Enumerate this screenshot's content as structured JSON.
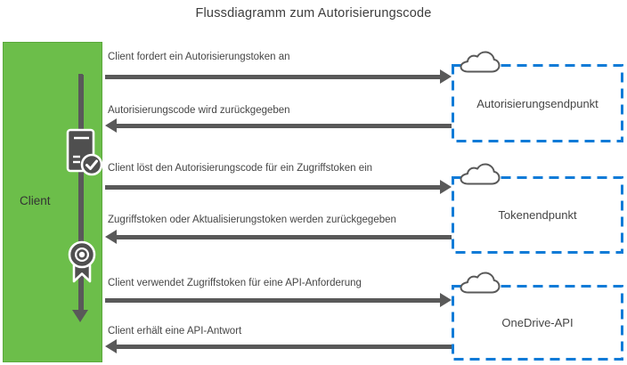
{
  "title": "Flussdiagramm zum Autorisierungscode",
  "client": {
    "label": "Client"
  },
  "flows": [
    {
      "label": "Client fordert ein Autorisierungstoken an",
      "direction": "right"
    },
    {
      "label": "Autorisierungscode wird zurückgegeben",
      "direction": "left"
    },
    {
      "label": "Client löst den Autorisierungscode für ein Zugriffstoken ein",
      "direction": "right"
    },
    {
      "label": "Zugriffstoken oder Aktualisierungstoken werden zurückgegeben",
      "direction": "left"
    },
    {
      "label": "Client verwendet Zugriffstoken für eine API-Anforderung",
      "direction": "right"
    },
    {
      "label": "Client erhält eine API-Antwort",
      "direction": "left"
    }
  ],
  "endpoints": [
    {
      "label": "Autorisierungsendpunkt",
      "icon": "cloud-icon"
    },
    {
      "label": "Tokenendpunkt",
      "icon": "cloud-icon"
    },
    {
      "label": "OneDrive-API",
      "icon": "cloud-icon"
    }
  ],
  "client_icons": [
    "server-checkmark-icon",
    "award-ribbon-icon"
  ],
  "colors": {
    "client_fill": "#6CBE4A",
    "client_border": "#5BA83C",
    "endpoint_border": "#0F7BD7",
    "arrow": "#595959",
    "text": "#404040"
  }
}
